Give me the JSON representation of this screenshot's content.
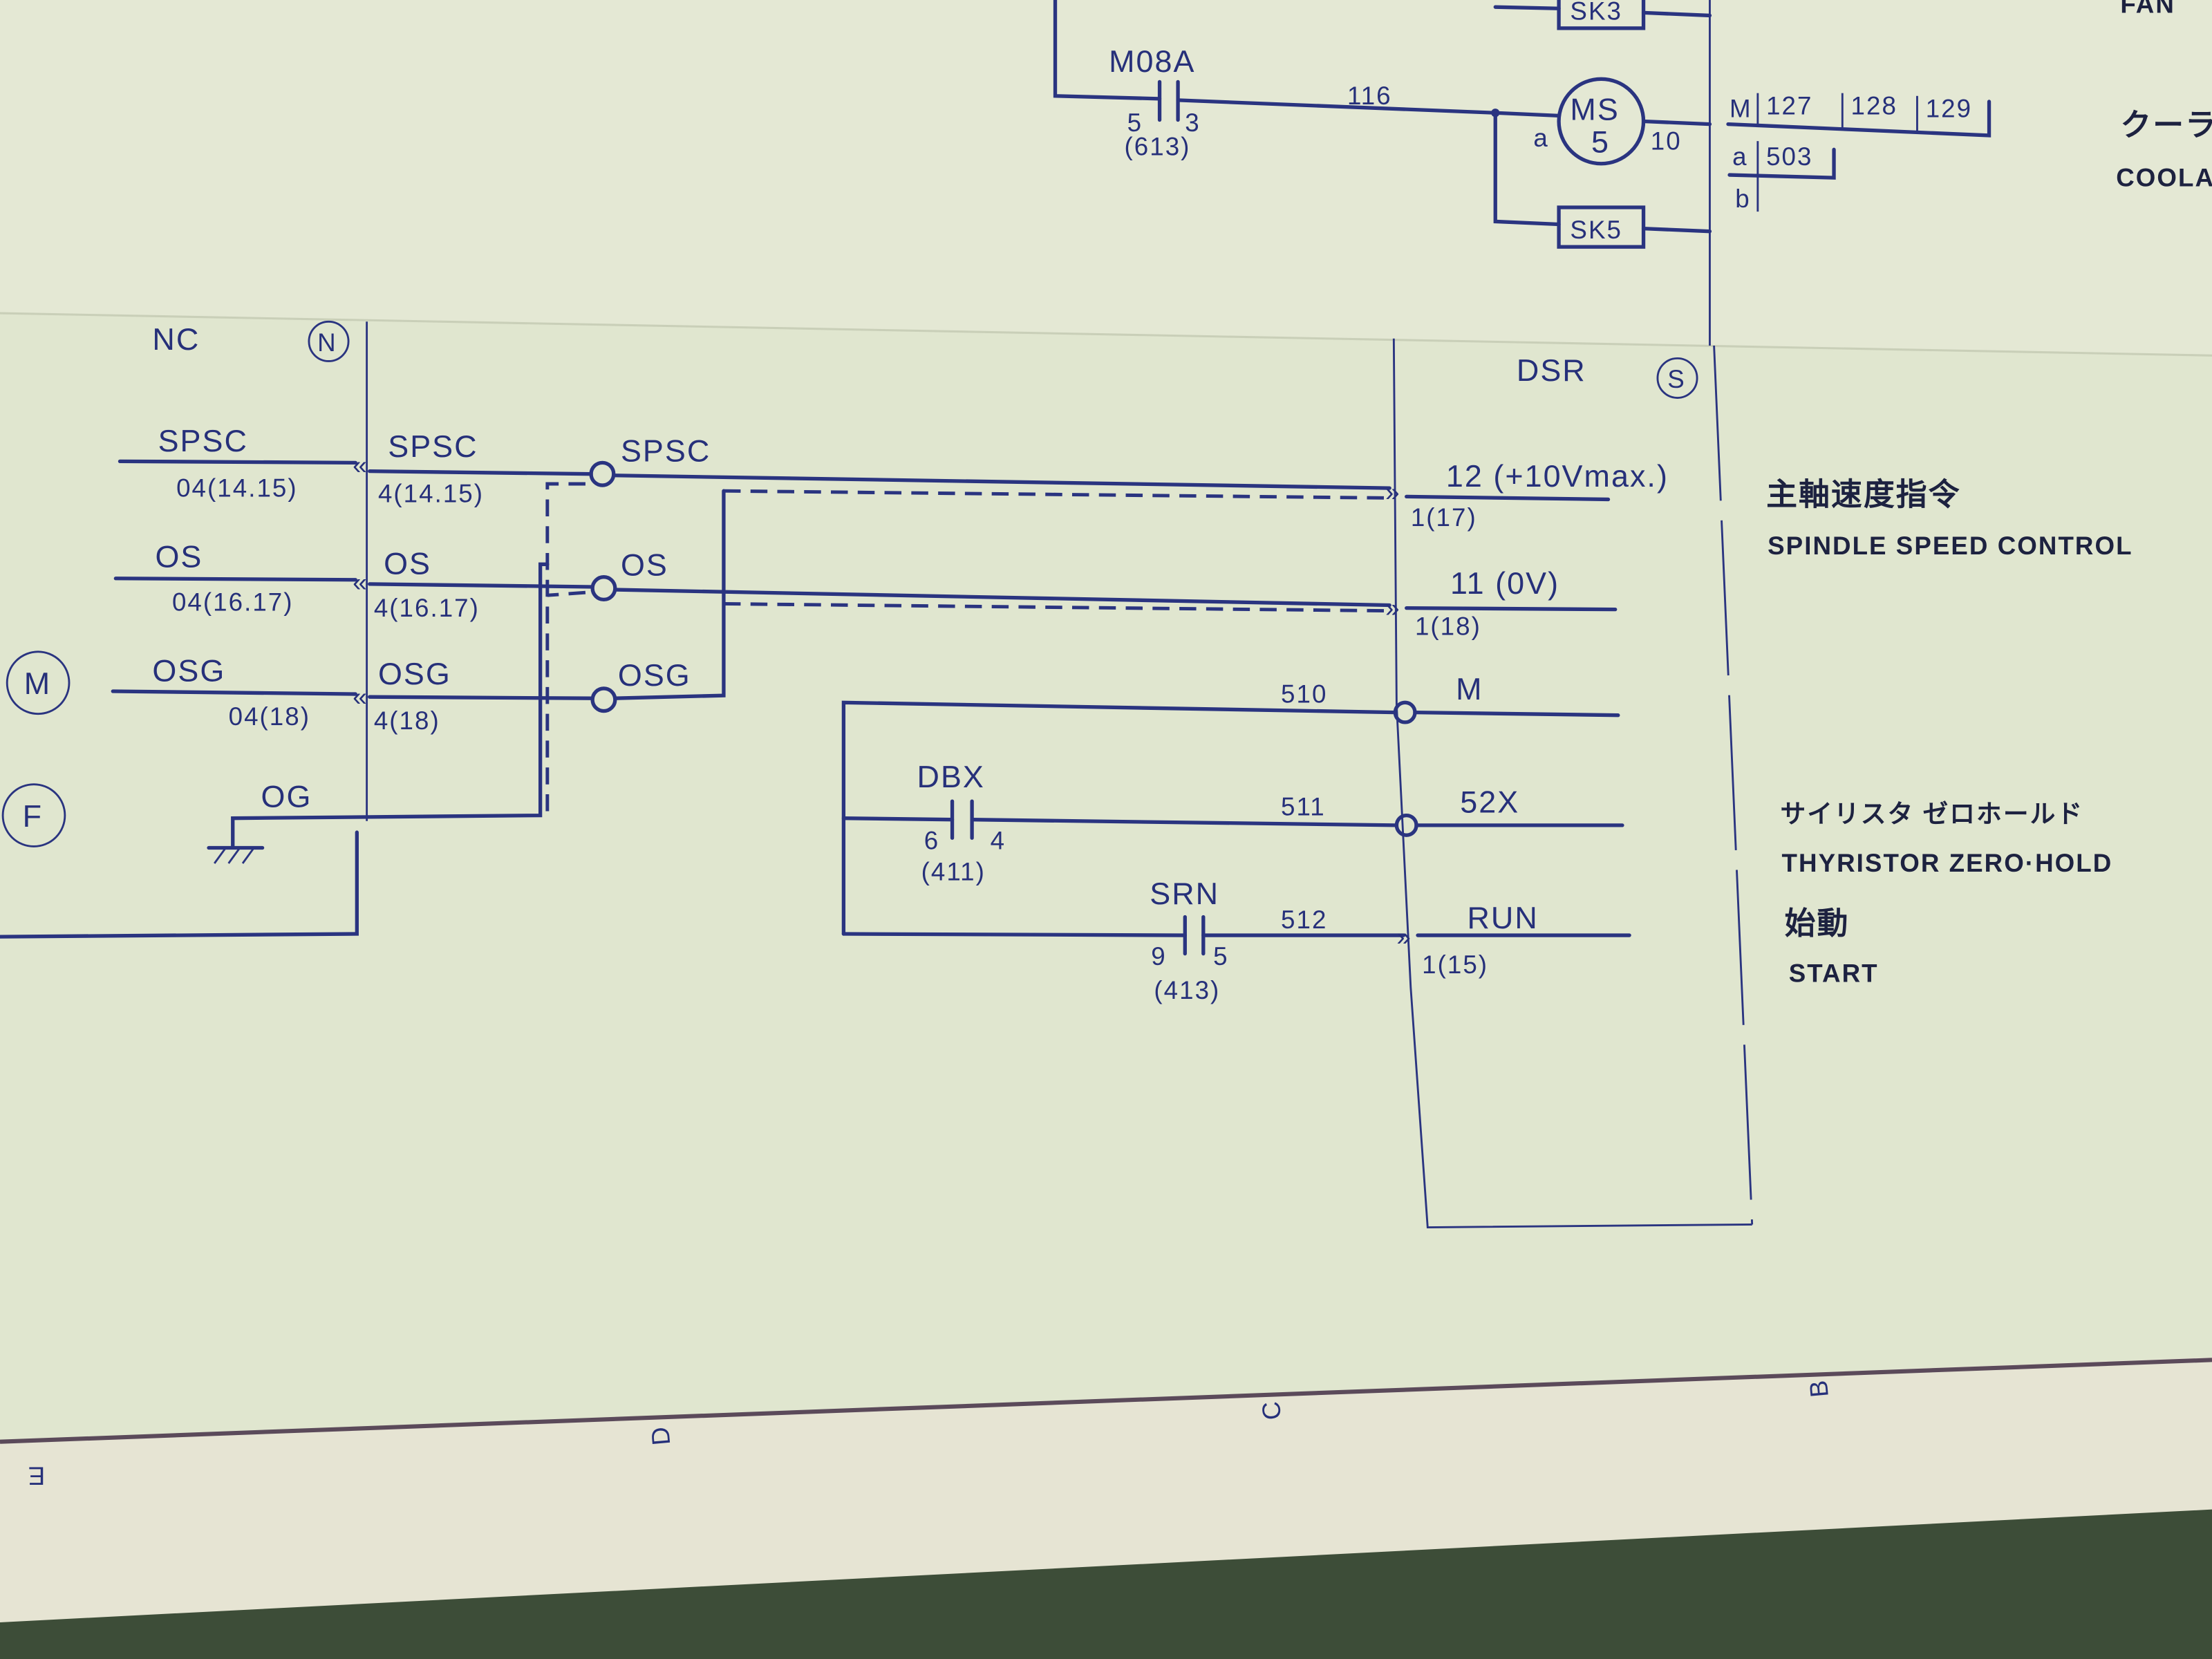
{
  "top": {
    "contact_label": "M08A",
    "contact_pin_left": "5",
    "contact_pin_right": "3",
    "contact_ref": "(613)",
    "wire_116": "116",
    "motor_label_top": "MS",
    "motor_label_bottom": "5",
    "motor_terminal_a": "a",
    "motor_terminal_10": "10",
    "sk3": "SK3",
    "sk5": "SK5",
    "ref_row1": [
      "M",
      "127",
      "128",
      "129"
    ],
    "ref_row2": [
      "a",
      "503"
    ],
    "ref_row3": "b",
    "fan_label": "FAN",
    "coolant_jp": "クーラン",
    "coolant_en": "COOLA"
  },
  "nc": {
    "title": "NC",
    "badge": "N",
    "badge_m": "M",
    "badge_f": "F",
    "signals": [
      {
        "name": "SPSC",
        "pin": "04(14.15)",
        "conn_name": "SPSC",
        "conn_pin": "4(14.15)",
        "sw_name": "SPSC"
      },
      {
        "name": "OS",
        "pin": "04(16.17)",
        "conn_name": "OS",
        "conn_pin": "4(16.17)",
        "sw_name": "OS"
      },
      {
        "name": "OSG",
        "pin": "04(18)",
        "conn_name": "OSG",
        "conn_pin": "4(18)",
        "sw_name": "OSG"
      }
    ],
    "ground_label": "OG"
  },
  "dsr": {
    "title": "DSR",
    "badge": "S",
    "inputs": [
      {
        "label": "12 (+10Vmax.)",
        "pin": "1(17)"
      },
      {
        "label": "11 (0V)",
        "pin": "1(18)"
      },
      {
        "wire": "510",
        "label": "M"
      },
      {
        "wire": "511",
        "label": "52X"
      },
      {
        "wire": "512",
        "label": "RUN",
        "pin": "1(15)"
      }
    ],
    "dbx": {
      "label": "DBX",
      "pin_left": "6",
      "pin_right": "4",
      "ref": "(411)"
    },
    "srn": {
      "label": "SRN",
      "pin_left": "9",
      "pin_right": "5",
      "ref": "(413)"
    }
  },
  "descriptions": {
    "spindle_jp": "主軸速度指令",
    "spindle_en": "SPINDLE SPEED CONTROL",
    "thyristor_jp": "サイリスタ ゼロホールド",
    "thyristor_en": "THYRISTOR ZERO·HOLD",
    "start_jp": "始動",
    "start_en": "START"
  },
  "border_letters": [
    "E",
    "D",
    "C",
    "B"
  ],
  "colors": {
    "ink": "#2a3480",
    "paper": "#e2e7d2"
  }
}
